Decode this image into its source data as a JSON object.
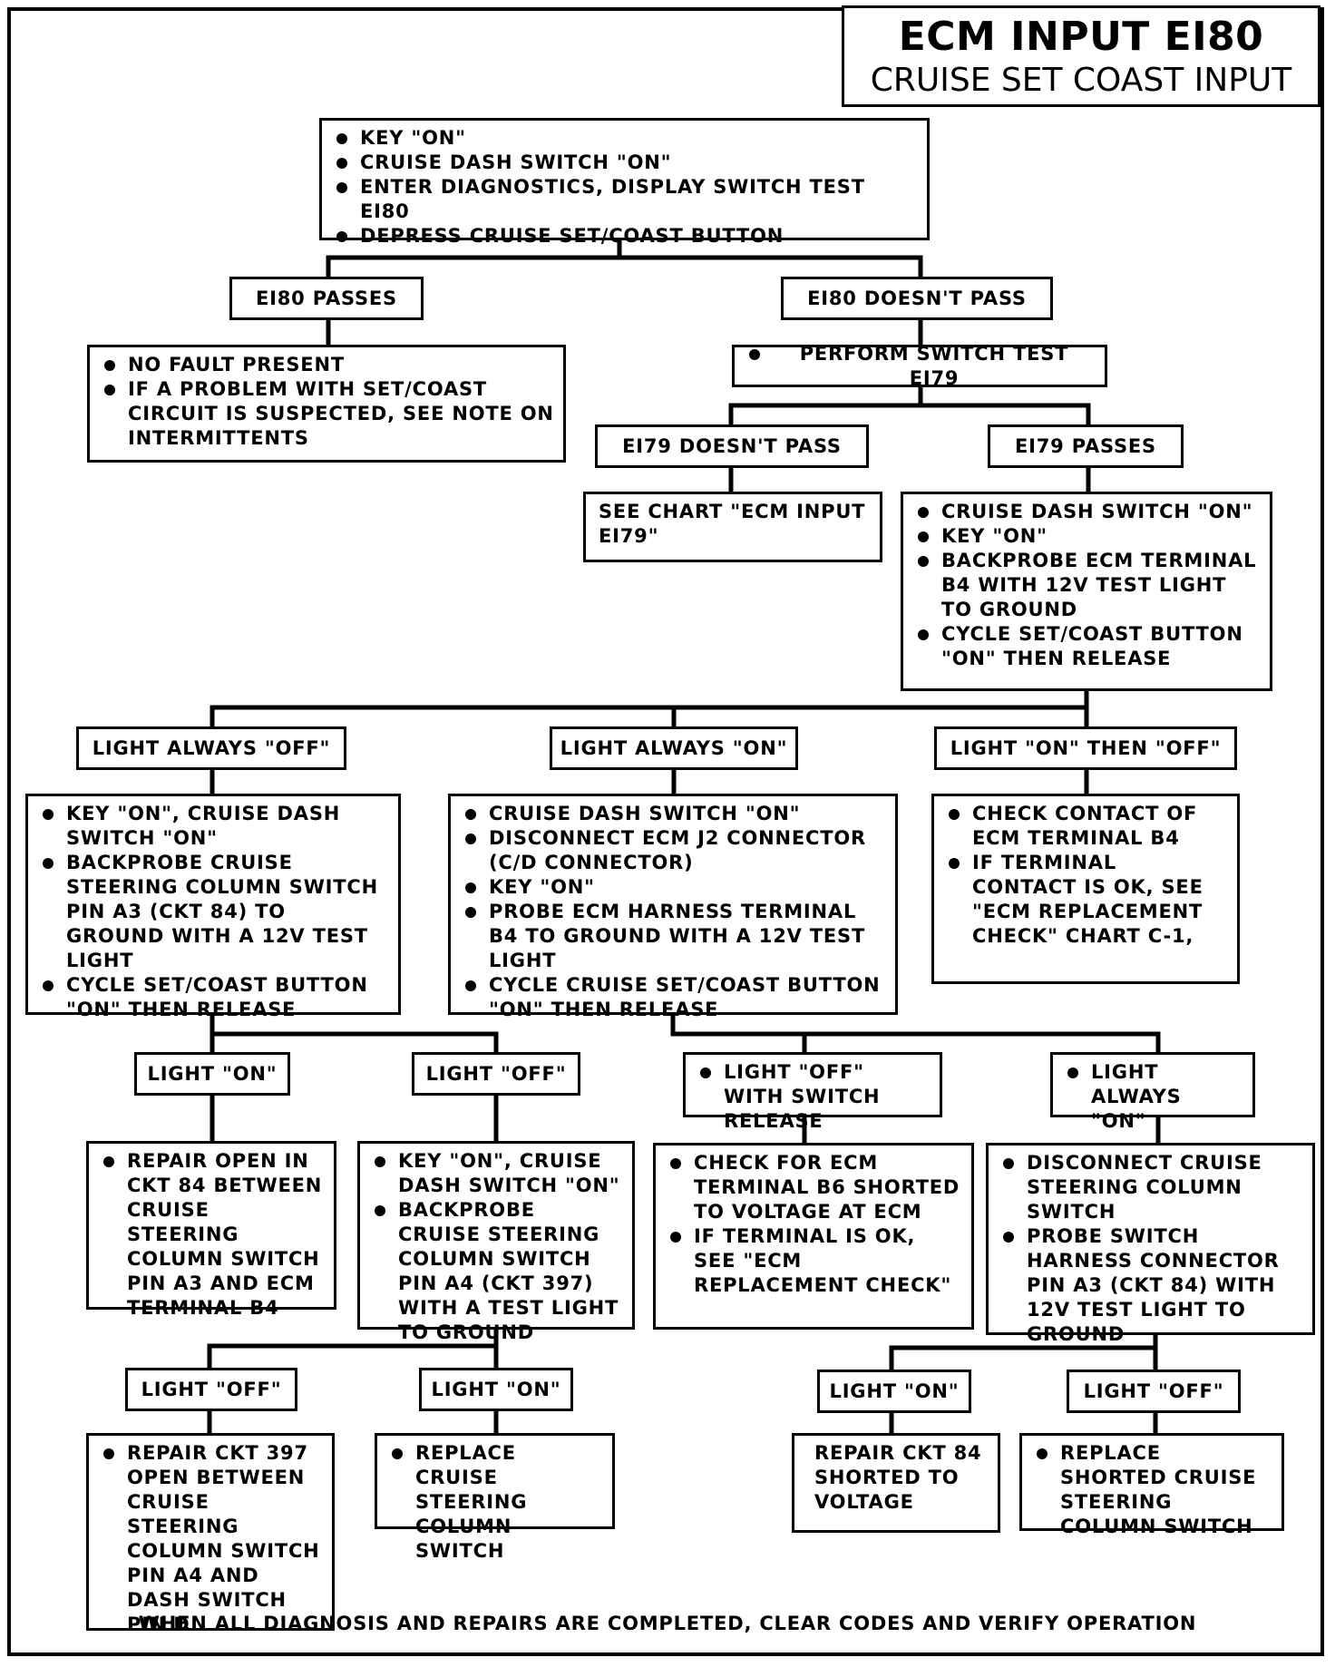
{
  "title": "ECM INPUT EI80",
  "subtitle": "CRUISE SET COAST INPUT",
  "footer": "WHEN ALL DIAGNOSIS AND REPAIRS ARE COMPLETED, CLEAR CODES AND VERIFY OPERATION",
  "nodes": {
    "start": [
      "KEY \"ON\"",
      "CRUISE DASH SWITCH \"ON\"",
      "ENTER DIAGNOSTICS, DISPLAY SWITCH TEST EI80",
      "DEPRESS CRUISE SET/COAST BUTTON"
    ],
    "ei80_passes": "EI80 PASSES",
    "ei80_fails": "EI80 DOESN'T PASS",
    "no_fault": [
      "NO FAULT PRESENT",
      "IF A PROBLEM WITH SET/COAST CIRCUIT IS SUSPECTED, SEE NOTE ON INTERMITTENTS"
    ],
    "perform_ei79": [
      "PERFORM SWITCH TEST EI79"
    ],
    "ei79_fails": "EI79 DOESN'T PASS",
    "ei79_passes": "EI79 PASSES",
    "see_chart": "SEE CHART \"ECM INPUT EI79\"",
    "backprobe_b4": [
      "CRUISE DASH SWITCH \"ON\"",
      "KEY \"ON\"",
      "BACKPROBE ECM TERMINAL B4 WITH 12V TEST LIGHT TO GROUND",
      "CYCLE SET/COAST BUTTON \"ON\" THEN RELEASE"
    ],
    "always_off": "LIGHT ALWAYS \"OFF\"",
    "always_on": "LIGHT ALWAYS \"ON\"",
    "on_then_off": "LIGHT \"ON\" THEN \"OFF\"",
    "backprobe_a3": [
      "KEY \"ON\", CRUISE DASH SWITCH \"ON\"",
      "BACKPROBE CRUISE STEERING COLUMN SWITCH PIN A3 (CKT 84) TO GROUND WITH A 12V TEST LIGHT",
      "CYCLE SET/COAST BUTTON \"ON\" THEN RELEASE"
    ],
    "disconnect_j2": [
      "CRUISE DASH SWITCH \"ON\"",
      "DISCONNECT ECM J2 CONNECTOR (C/D CONNECTOR)",
      "KEY \"ON\"",
      "PROBE ECM HARNESS TERMINAL B4 TO GROUND WITH A 12V TEST LIGHT",
      "CYCLE CRUISE SET/COAST BUTTON \"ON\" THEN RELEASE"
    ],
    "check_contact": [
      "CHECK CONTACT OF ECM TERMINAL B4",
      "IF TERMINAL CONTACT IS OK, SEE \"ECM REPLACEMENT CHECK\" CHART C-1,"
    ],
    "a3_light_on": "LIGHT \"ON\"",
    "a3_light_off": "LIGHT \"OFF\"",
    "off_with_release": [
      "LIGHT \"OFF\" WITH SWITCH RELEASE"
    ],
    "light_always_on2": [
      "LIGHT ALWAYS \"ON\""
    ],
    "repair_ckt84_open": [
      "REPAIR OPEN IN CKT 84 BETWEEN CRUISE STEERING COLUMN SWITCH PIN A3 AND ECM TERMINAL B4"
    ],
    "backprobe_a4": [
      "KEY \"ON\", CRUISE DASH SWITCH \"ON\"",
      "BACKPROBE CRUISE STEERING COLUMN SWITCH PIN A4 (CKT 397) WITH A TEST LIGHT TO GROUND"
    ],
    "check_b6": [
      "CHECK FOR ECM TERMINAL B6 SHORTED TO VOLTAGE AT ECM",
      "IF TERMINAL IS OK, SEE \"ECM REPLACEMENT CHECK\""
    ],
    "disconnect_switch": [
      "DISCONNECT CRUISE STEERING COLUMN SWITCH",
      "PROBE SWITCH HARNESS CONNECTOR PIN A3 (CKT 84) WITH 12V TEST LIGHT TO GROUND"
    ],
    "a4_light_off": "LIGHT \"OFF\"",
    "a4_light_on": "LIGHT \"ON\"",
    "sw_light_on": "LIGHT \"ON\"",
    "sw_light_off": "LIGHT \"OFF\"",
    "repair_ckt397": [
      "REPAIR CKT 397 OPEN BETWEEN CRUISE STEERING COLUMN SWITCH PIN A4 AND DASH SWITCH PIN D"
    ],
    "replace_switch": [
      "REPLACE CRUISE STEERING COLUMN SWITCH"
    ],
    "repair_ckt84_short": "REPAIR CKT 84\nSHORTED TO\nVOLTAGE",
    "replace_shorted": [
      "REPLACE SHORTED CRUISE STEERING COLUMN SWITCH"
    ]
  }
}
